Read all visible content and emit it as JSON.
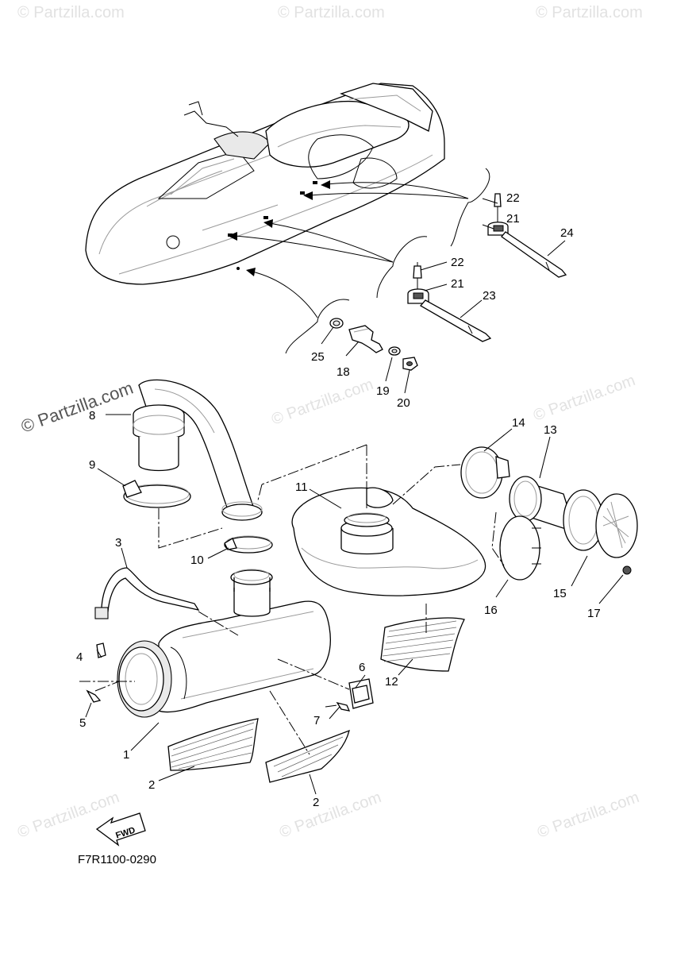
{
  "diagram": {
    "code": "F7R1100-0290",
    "fwd_label": "FWD",
    "watermark_main": "© Partzilla.com",
    "watermark_small": "© Partzilla.com",
    "callouts": {
      "c1": "1",
      "c2a": "2",
      "c2b": "2",
      "c3": "3",
      "c4": "4",
      "c5": "5",
      "c6": "6",
      "c7": "7",
      "c8": "8",
      "c9": "9",
      "c10": "10",
      "c11": "11",
      "c12": "12",
      "c13": "13",
      "c14": "14",
      "c15": "15",
      "c16": "16",
      "c17": "17",
      "c18": "18",
      "c19": "19",
      "c20": "20",
      "c21a": "21",
      "c21b": "21",
      "c22a": "22",
      "c22b": "22",
      "c23": "23",
      "c24": "24",
      "c25": "25"
    }
  }
}
